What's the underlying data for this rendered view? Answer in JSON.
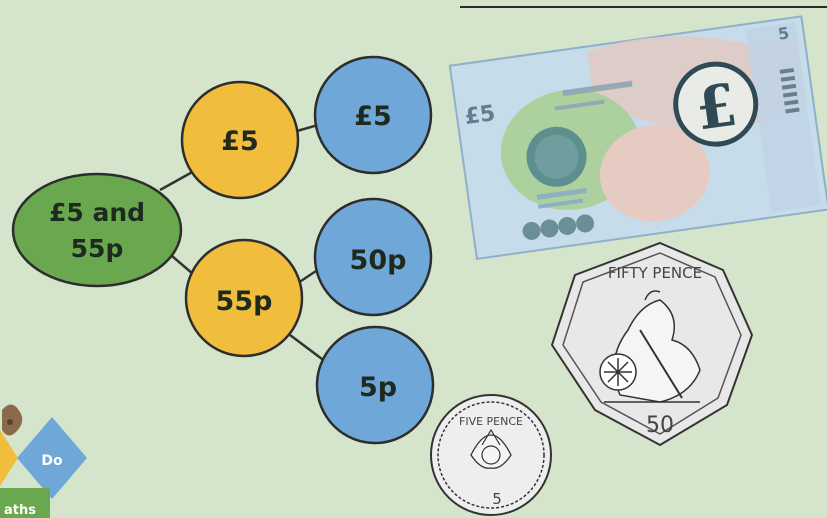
{
  "tree": {
    "root": {
      "line1": "£5 and",
      "line2": "55p"
    },
    "branch_pounds": "£5",
    "branch_pence": "55p",
    "leaf_pounds": "£5",
    "leaf_50p": "50p",
    "leaf_5p": "5p"
  },
  "banknote": {
    "corner_value": "5",
    "left_value": "£5",
    "emblem": "£"
  },
  "coin_fifty": {
    "inscription": "FIFTY PENCE",
    "value": "50"
  },
  "coin_five": {
    "inscription": "FIVE PENCE",
    "value": "5"
  },
  "logo": {
    "do_label": "Do",
    "maths_label": "aths"
  },
  "colors": {
    "background": "#d4e5cc",
    "root_node": "#6aa84f",
    "branch_node": "#f0be3c",
    "leaf_node": "#6fa8d8"
  }
}
